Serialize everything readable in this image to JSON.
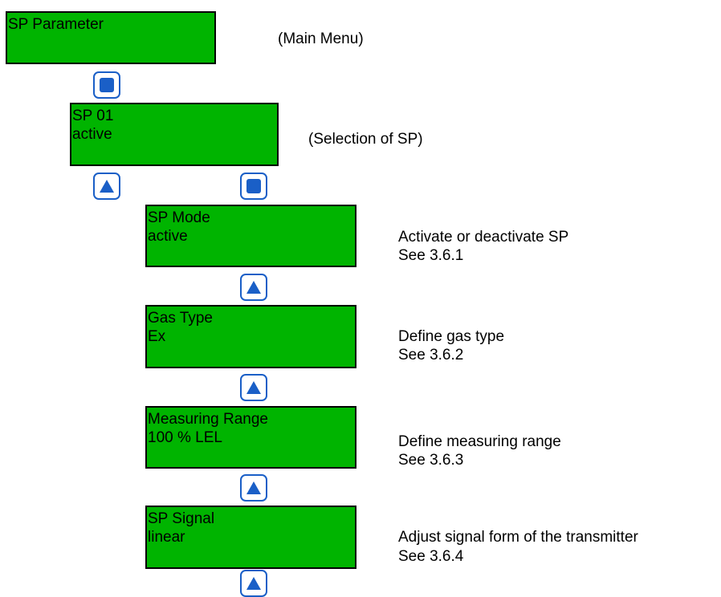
{
  "colors": {
    "box_fill": "#00b400",
    "button_border": "#1a5fc7",
    "button_glyph": "#1a5fc7"
  },
  "main_menu": {
    "line1": "SP Parameter",
    "caption": "(Main Menu)"
  },
  "selection": {
    "line1": "SP 01",
    "line2": "active",
    "caption": "(Selection of SP)"
  },
  "steps": [
    {
      "line1": "SP Mode",
      "line2": "active",
      "desc": "Activate or deactivate SP",
      "ref": "See 3.6.1"
    },
    {
      "line1": "Gas Type",
      "line2": "Ex",
      "desc": "Define gas type",
      "ref": "See 3.6.2"
    },
    {
      "line1": "Measuring Range",
      "line2": "100 % LEL",
      "desc": "Define measuring range",
      "ref": "See 3.6.3"
    },
    {
      "line1": "SP Signal",
      "line2": "linear",
      "desc": "Adjust signal form of the transmitter",
      "ref": "See 3.6.4"
    }
  ],
  "buttons": {
    "enter": "square-icon",
    "up": "triangle-up-icon"
  }
}
